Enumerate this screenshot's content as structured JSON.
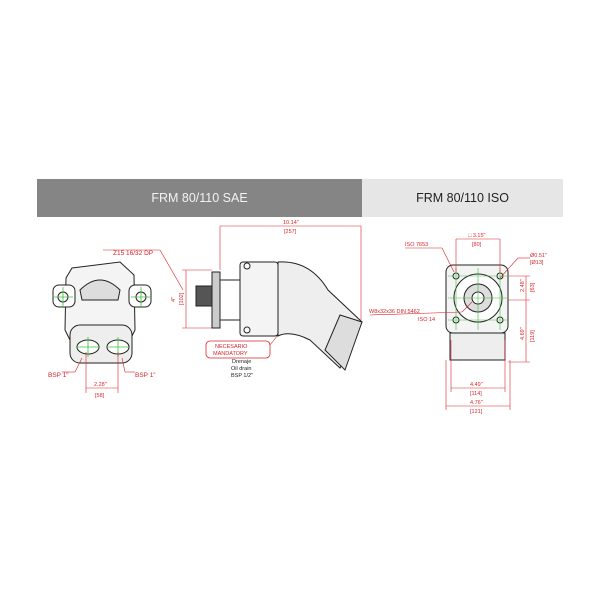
{
  "headers": {
    "sae": "FRM 80/110 SAE",
    "iso": "FRM 80/110 ISO"
  },
  "sae": {
    "shaft": "Z15 16/32 DP",
    "length_in": "10.14\"",
    "length_mm": "[257]",
    "height_in": "4\"",
    "height_mm": "[102]",
    "port_left": "BSP 1\"",
    "port_right": "BSP 1\"",
    "port_spacing_in": "2.28\"",
    "port_spacing_mm": "[58]",
    "mandatory_line1": "NECESARIO",
    "mandatory_line2": "MANDATORY",
    "drain_line1": "Drenaje",
    "drain_line2": "Oil drain",
    "drain_line3": "BSP 1/2\""
  },
  "iso": {
    "flange": "ISO 7653",
    "bolt_in": "□ 3.15\"",
    "bolt_mm": "[80]",
    "hole_in": "Ø0.51\"",
    "hole_mm": "[Ø13]",
    "shaft": "W8x32x36 DIN 5462",
    "shaft_iso": "ISO 14",
    "upper_in": "2.48\"",
    "upper_mm": "[63]",
    "lower_in": "4.69\"",
    "lower_mm": "[119]",
    "width1_in": "4.49\"",
    "width1_mm": "[114]",
    "width2_in": "4.76\"",
    "width2_mm": "[121]"
  },
  "colors": {
    "dimension": "#d9262c",
    "center": "#3cc23c",
    "header_dark": "#858585",
    "header_light": "#e6e6e6"
  }
}
